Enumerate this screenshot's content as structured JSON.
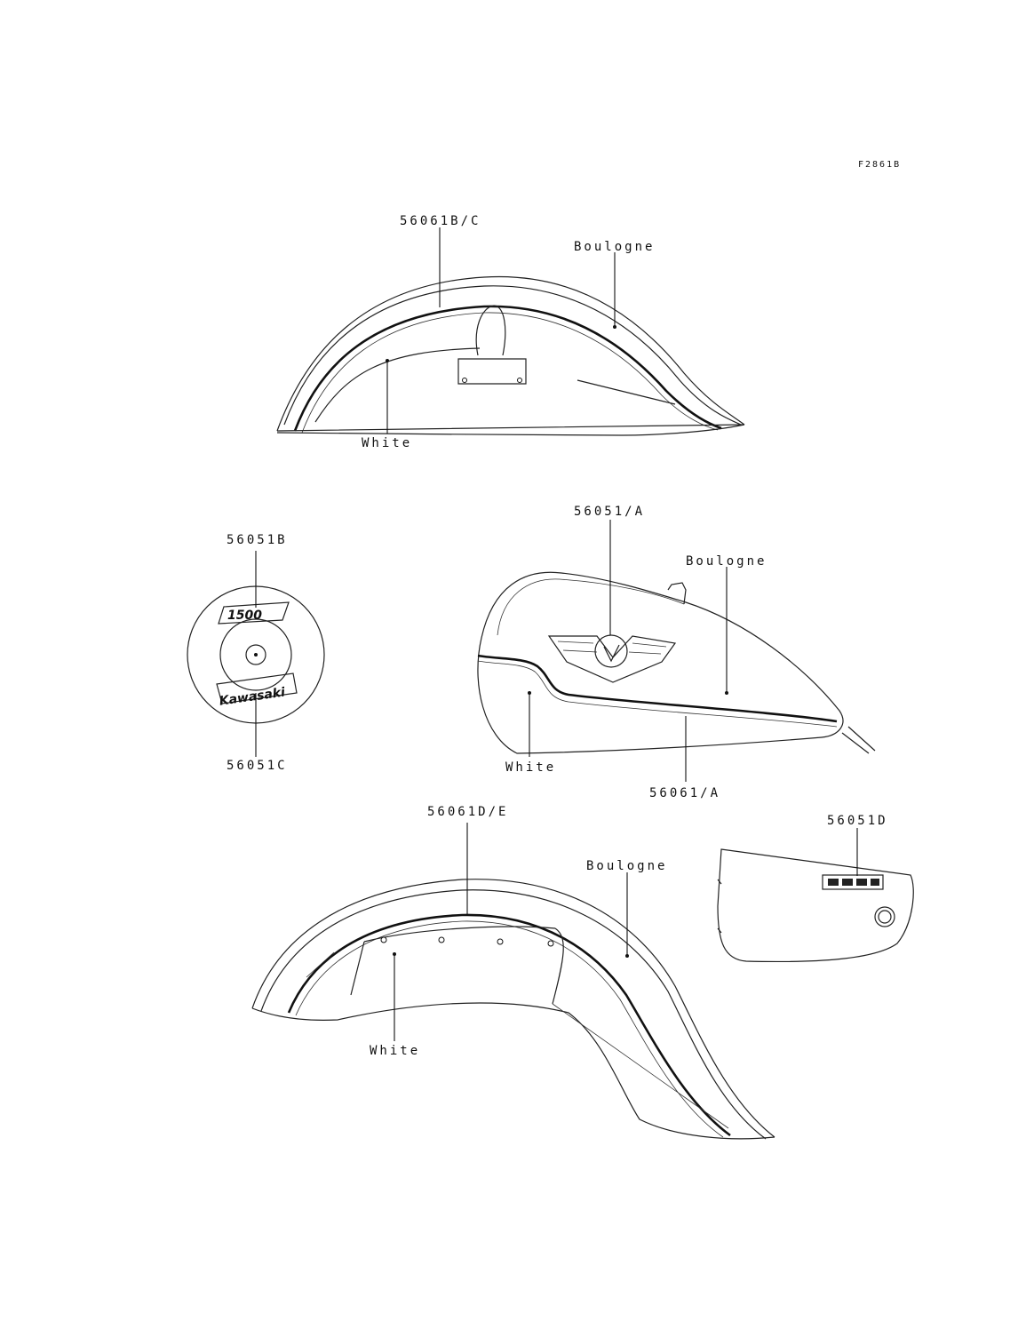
{
  "figure": {
    "code": "F2861B"
  },
  "front_fender": {
    "part_label": "56061B/C",
    "color_top": "Boulogne",
    "color_bottom": "White"
  },
  "emblem": {
    "top_label": "56051B",
    "bottom_label": "56051C",
    "badge_text_top": "1500",
    "badge_text_bottom": "Kawasaki"
  },
  "fuel_tank": {
    "emblem_label": "56051/A",
    "stripe_label": "56061/A",
    "color_top": "Boulogne",
    "color_bottom": "White"
  },
  "rear_fender": {
    "part_label": "56061D/E",
    "color_top": "Boulogne",
    "color_bottom": "White"
  },
  "side_cover": {
    "part_label": "56051D"
  },
  "colors": {
    "line": "#222222",
    "background": "#ffffff"
  }
}
